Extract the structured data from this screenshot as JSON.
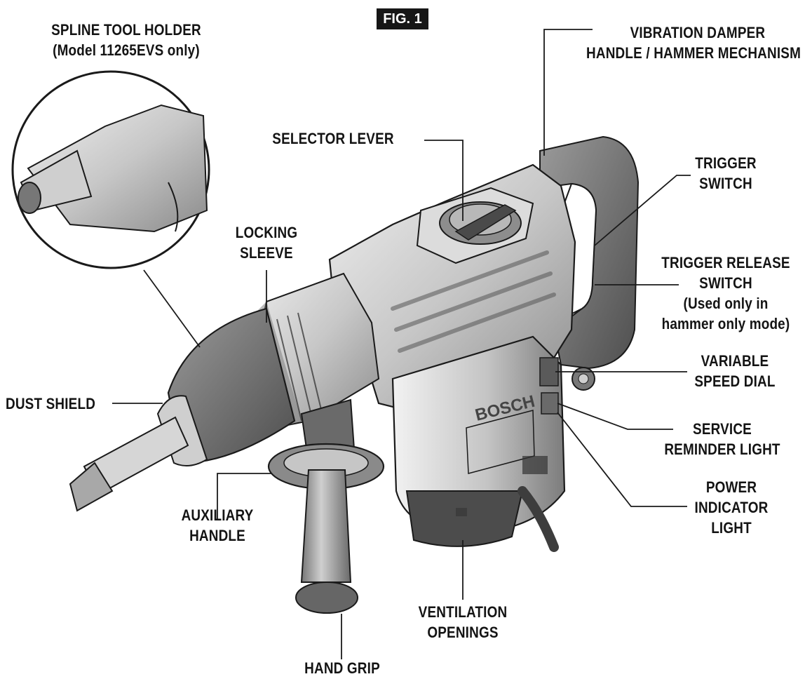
{
  "figure": {
    "title": "FIG. 1"
  },
  "labels": {
    "spline_tool_holder": [
      "SPLINE TOOL HOLDER",
      "(Model 11265EVS only)"
    ],
    "vibration_damper": [
      "VIBRATION DAMPER",
      "HANDLE / HAMMER MECHANISM"
    ],
    "selector_lever": [
      "SELECTOR LEVER"
    ],
    "trigger_switch": [
      "TRIGGER",
      "SWITCH"
    ],
    "locking_sleeve": [
      "LOCKING",
      "SLEEVE"
    ],
    "trigger_release_switch": [
      "TRIGGER RELEASE",
      "SWITCH",
      "(Used only in",
      "hammer only mode)"
    ],
    "variable_speed_dial": [
      "VARIABLE",
      "SPEED DIAL"
    ],
    "dust_shield": [
      "DUST SHIELD"
    ],
    "service_reminder_light": [
      "SERVICE",
      "REMINDER LIGHT"
    ],
    "power_indicator_light": [
      "POWER",
      "INDICATOR",
      "LIGHT"
    ],
    "auxiliary_handle": [
      "AUXILIARY",
      "HANDLE"
    ],
    "ventilation_openings": [
      "VENTILATION",
      "OPENINGS"
    ],
    "hand_grip": [
      "HAND GRIP"
    ]
  },
  "tool": {
    "brand_text": "BOSCH"
  },
  "colors": {
    "ink": "#141414",
    "line": "#1a1a1a",
    "body_light": "#d9d9d9",
    "body_mid": "#a9a9a9",
    "body_dark": "#5a5a5a"
  }
}
